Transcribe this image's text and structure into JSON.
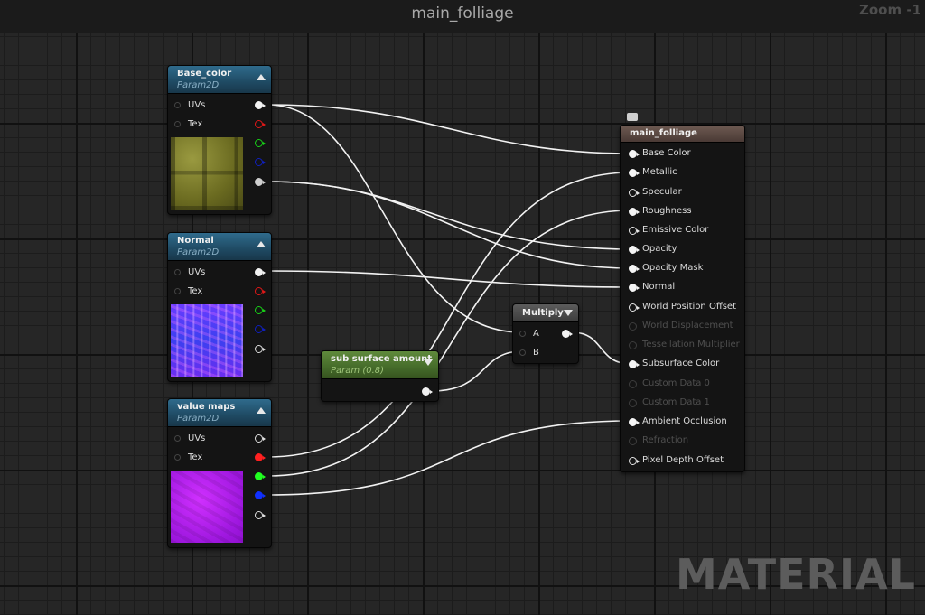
{
  "graph": {
    "title": "main_folliage",
    "zoom_label": "Zoom -1",
    "watermark": "MATERIAL"
  },
  "nodes": {
    "base_color": {
      "title": "Base_color",
      "subtitle": "Param2D",
      "inputs": [
        "UVs",
        "Tex"
      ],
      "outputs": [
        "white",
        "red",
        "green",
        "blue",
        "alpha"
      ]
    },
    "normal": {
      "title": "Normal",
      "subtitle": "Param2D",
      "inputs": [
        "UVs",
        "Tex"
      ],
      "outputs": [
        "white",
        "red",
        "green",
        "blue",
        "alpha"
      ]
    },
    "value_maps": {
      "title": "value maps",
      "subtitle": "Param2D",
      "inputs": [
        "UVs",
        "Tex"
      ],
      "outputs": [
        "white",
        "red",
        "green",
        "blue",
        "alpha"
      ]
    },
    "sub_surface_amount": {
      "title": "sub surface amount",
      "subtitle": "Param (0.8)"
    },
    "multiply": {
      "title": "Multiply",
      "inputs": [
        "A",
        "B"
      ]
    },
    "main_folliage": {
      "title": "main_folliage",
      "inputs": [
        "Base Color",
        "Metallic",
        "Specular",
        "Roughness",
        "Emissive Color",
        "Opacity",
        "Opacity Mask",
        "Normal",
        "World Position Offset",
        "World Displacement",
        "Tessellation Multiplier",
        "Subsurface Color",
        "Custom Data 0",
        "Custom Data 1",
        "Ambient Occlusion",
        "Refraction",
        "Pixel Depth Offset"
      ]
    }
  },
  "colors": {
    "wire": "#f2f2f2",
    "header_texture": "#1f4a63",
    "header_param": "#456b2a",
    "header_result": "#4a3a35"
  }
}
